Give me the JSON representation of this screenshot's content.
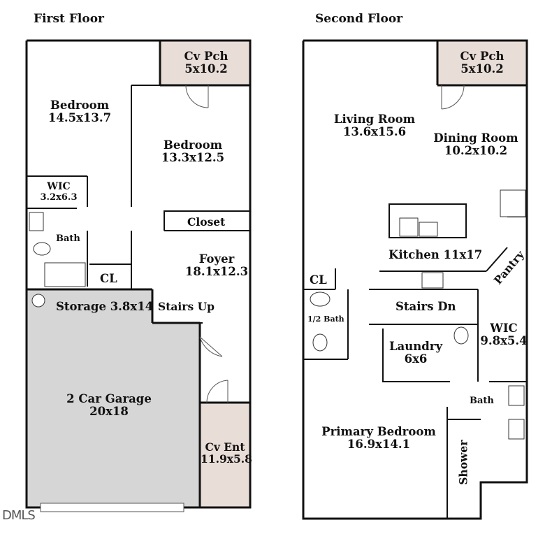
{
  "first_floor": {
    "title": "First Floor",
    "rooms": {
      "bedroom1": {
        "name": "Bedroom",
        "size": "14.5x13.7"
      },
      "bedroom2": {
        "name": "Bedroom",
        "size": "13.3x12.5"
      },
      "cv_pch": {
        "name": "Cv Pch",
        "size": "5x10.2"
      },
      "wic": {
        "name": "WIC",
        "size": "3.2x6.3"
      },
      "bath": {
        "name": "Bath"
      },
      "closet": {
        "name": "Closet"
      },
      "cl": {
        "name": "CL"
      },
      "foyer": {
        "name": "Foyer",
        "size": "18.1x12.3"
      },
      "storage": {
        "name": "Storage 3.8x14"
      },
      "stairs": {
        "name": "Stairs Up"
      },
      "garage": {
        "name": "2 Car Garage",
        "size": "20x18"
      },
      "cv_ent": {
        "name": "Cv Ent",
        "size": "11.9x5.8"
      }
    }
  },
  "second_floor": {
    "title": "Second Floor",
    "rooms": {
      "cv_pch": {
        "name": "Cv Pch",
        "size": "5x10.2"
      },
      "living": {
        "name": "Living Room",
        "size": "13.6x15.6"
      },
      "dining": {
        "name": "Dining Room",
        "size": "10.2x10.2"
      },
      "kitchen": {
        "name": "Kitchen 11x17"
      },
      "pantry": {
        "name": "Pantry"
      },
      "cl": {
        "name": "CL"
      },
      "half_bath": {
        "name": "1/2 Bath"
      },
      "stairs": {
        "name": "Stairs Dn"
      },
      "wic": {
        "name": "WIC",
        "size": "9.8x5.4"
      },
      "laundry": {
        "name": "Laundry",
        "size": "6x6"
      },
      "bath": {
        "name": "Bath"
      },
      "primary": {
        "name": "Primary Bedroom",
        "size": "16.9x14.1"
      },
      "shower": {
        "name": "Shower"
      }
    }
  },
  "watermark": "DMLS",
  "colors": {
    "wall": "#111111",
    "porch_fill": "#e9ddd7",
    "garage_fill": "#d6d6d6",
    "background": "#ffffff"
  }
}
